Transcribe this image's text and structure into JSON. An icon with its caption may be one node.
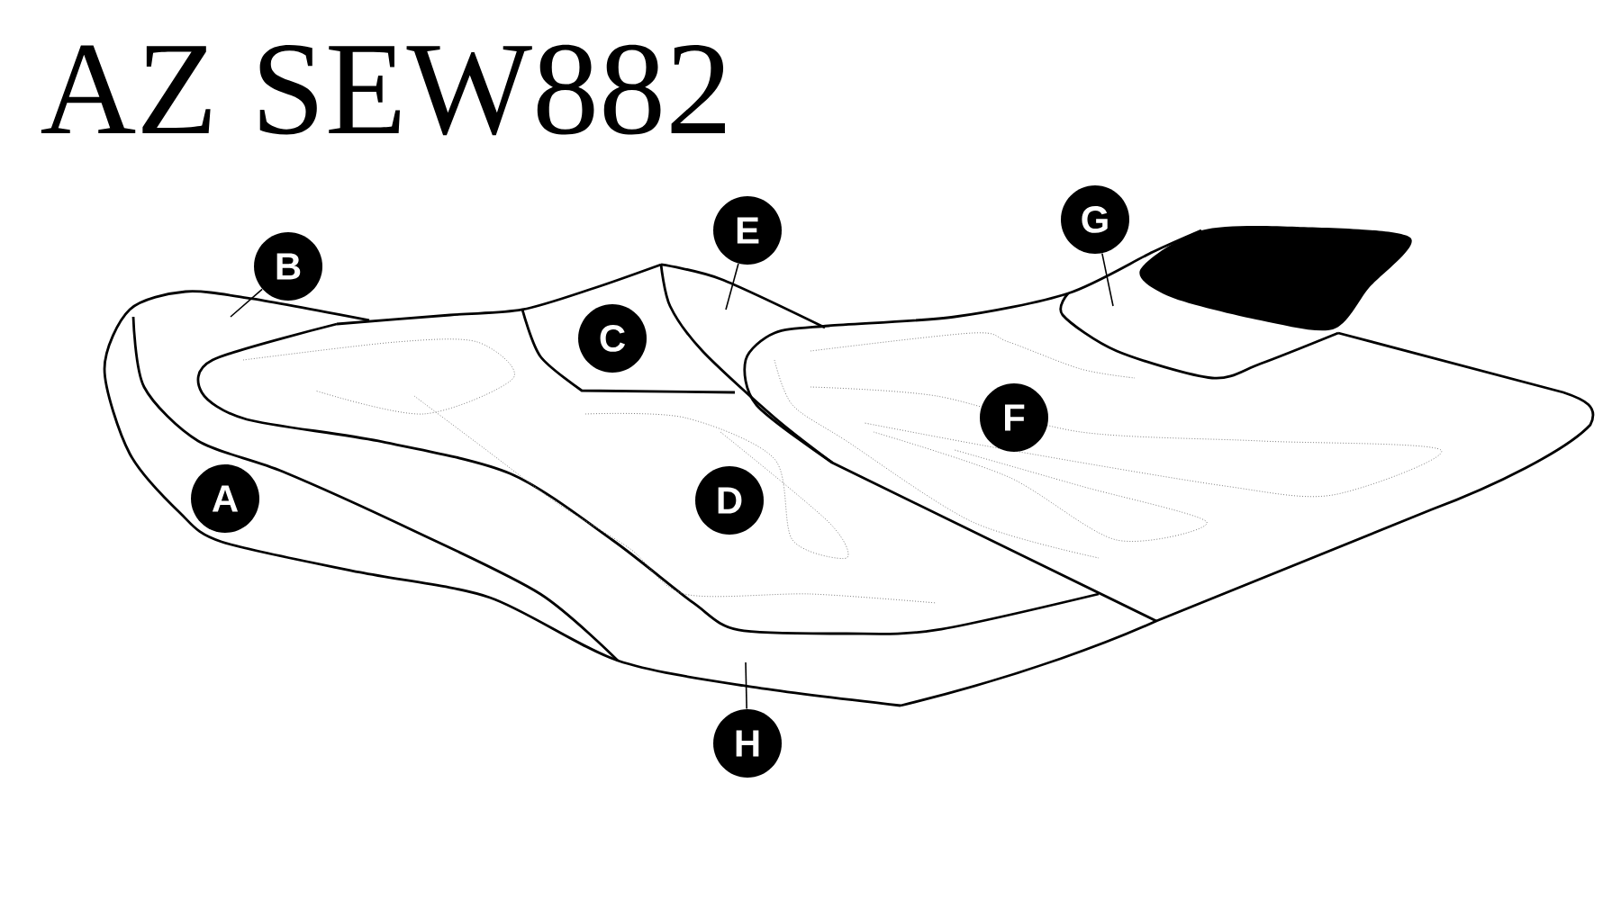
{
  "diagram": {
    "title": "AZ SEW882",
    "nodes": [
      {
        "text": [
          "A"
        ]
      },
      {
        "text": [
          "B"
        ]
      },
      {
        "text": [
          "C"
        ]
      },
      {
        "text": [
          "D"
        ]
      },
      {
        "text": [
          "E"
        ]
      },
      {
        "text": [
          "F"
        ]
      },
      {
        "text": [
          "G"
        ]
      },
      {
        "text": [
          "H"
        ]
      }
    ],
    "edges": [
      {
        "from": 1,
        "to": null,
        "arrow": "none"
      },
      {
        "from": 4,
        "to": null,
        "arrow": "none"
      },
      {
        "from": 6,
        "to": null,
        "arrow": "none"
      },
      {
        "from": 7,
        "to": null,
        "arrow": "none"
      }
    ]
  }
}
